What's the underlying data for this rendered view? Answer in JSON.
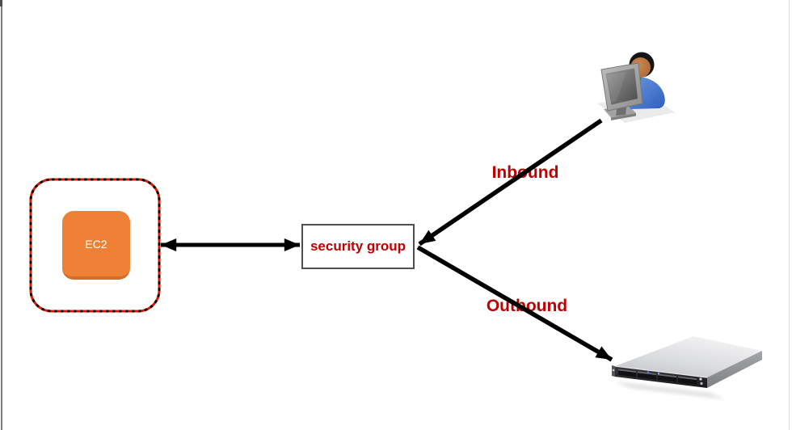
{
  "canvas": {
    "background": "#ffffff",
    "left_edge_color": "#7c7c7c",
    "right_edge_color": "#dcdcdc"
  },
  "nodes": {
    "ec2": {
      "label": "EC2",
      "fill_color": "#ee8136",
      "shadow_color": "#d06f2c",
      "text_color": "#ffffff"
    },
    "security_group_boundary": {
      "style": "dashed rounded rectangle",
      "border_red": "#e01800",
      "border_dash_black": "#000000"
    },
    "security_group": {
      "label": "security group",
      "text_color": "#c00000",
      "border_color": "#4f4f4f",
      "fill_color": "#ffffff"
    },
    "user": {
      "icon": "user-at-computer-icon"
    },
    "server": {
      "icon": "rack-server-icon"
    }
  },
  "edges": {
    "ec2_security_group": {
      "type": "double-headed-arrow",
      "color": "#000000"
    },
    "inbound": {
      "label": "Inbound",
      "label_color": "#c00000",
      "arrow_color": "#000000"
    },
    "outbound": {
      "label": "Outbound",
      "label_color": "#c00000",
      "arrow_color": "#000000"
    }
  }
}
